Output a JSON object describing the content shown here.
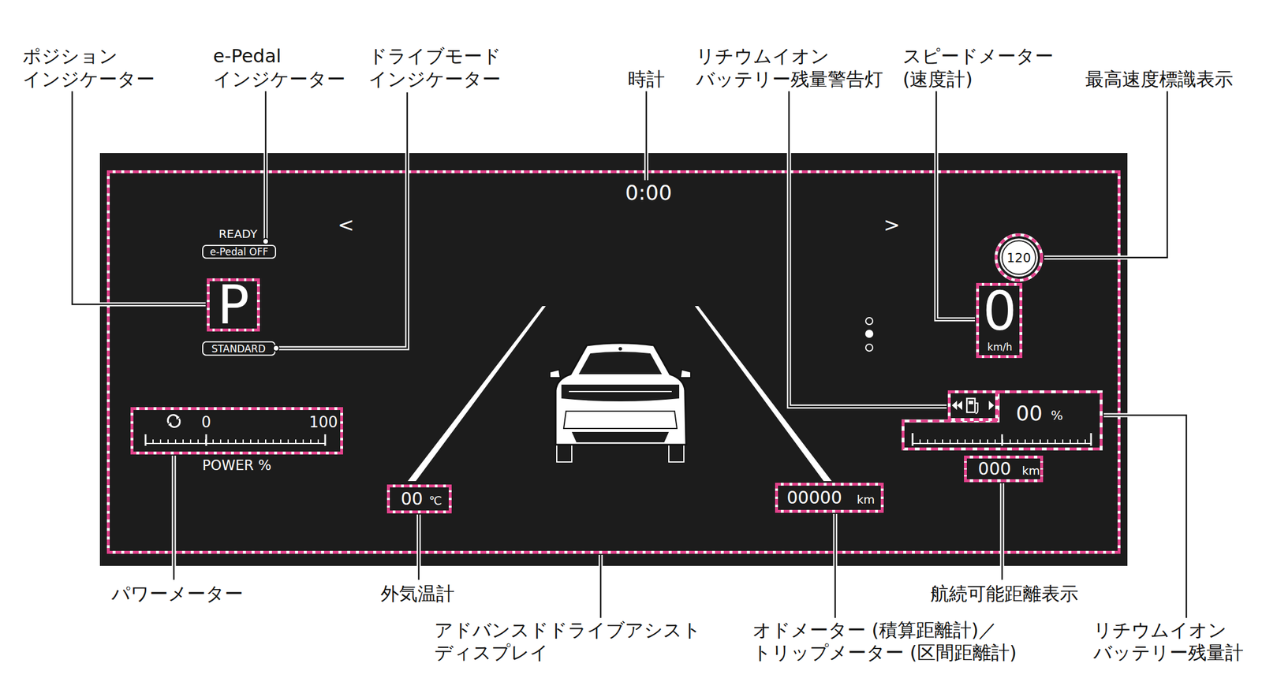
{
  "diagram": {
    "nodes": [
      {
        "text": [
          "0:00",
          "READY",
          "<",
          ">"
        ]
      },
      {
        "text": [
          "e-Pedal OFF"
        ],
        "in": 0
      },
      {
        "text": [
          "P"
        ],
        "in": 0
      },
      {
        "text": [
          "STANDARD"
        ],
        "in": 0
      },
      {
        "text": [
          "0",
          "100",
          "POWER %"
        ],
        "in": 0
      },
      {
        "text": [
          "120"
        ],
        "in": 0
      },
      {
        "text": [
          "0",
          "km/h"
        ],
        "in": 0
      },
      {
        "text": [
          "00",
          "%"
        ],
        "in": 0
      },
      {
        "text": [
          "000",
          "km"
        ],
        "in": 0
      },
      {
        "text": [
          "00000",
          "km"
        ],
        "in": 0
      },
      {
        "text": [
          "00",
          "℃"
        ],
        "in": 0
      }
    ],
    "labels": [
      "ポジション インジケーター",
      "e-Pedal インジケーター",
      "ドライブモード インジケーター",
      "時計",
      "リチウムイオン バッテリー残量警告灯",
      "スピードメーター (速度計)",
      "最高速度標識表示",
      "パワーメーター",
      "外気温計",
      "アドバンスドドライブアシスト ディスプレイ",
      "オドメーター (積算距離計)／ トリップメーター (区間距離計)",
      "航続可能距離表示",
      "リチウムイオン バッテリー残量計"
    ]
  }
}
